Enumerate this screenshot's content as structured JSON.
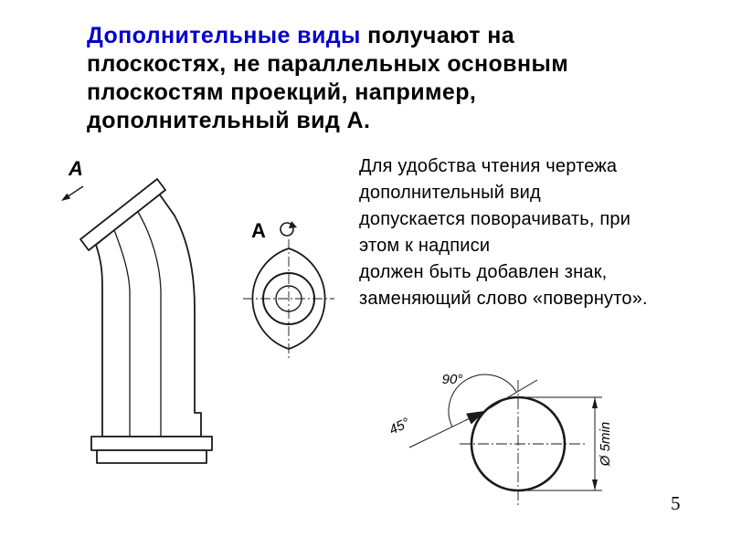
{
  "colors": {
    "background": "#ffffff",
    "title_highlight": "#0000cc",
    "text": "#000000",
    "line": "#1a1a1a"
  },
  "title": {
    "highlight": "Дополнительные виды",
    "line1_rest": " получают на",
    "line2": "плоскостях, не параллельных основным",
    "line3": "плоскостям проекций, например,",
    "line4": "дополнительный вид А."
  },
  "body": {
    "lines": [
      "Для удобства чтения чертежа",
      "дополнительный вид",
      "допускается поворачивать, при",
      "этом к надписи",
      "должен быть добавлен знак,",
      "заменяющий слово «повернуто»."
    ]
  },
  "figures": {
    "pipe_view_label": "А",
    "aux_view_label": "А",
    "sign_angle_main": "90°",
    "sign_angle_lead": "45°",
    "sign_diameter": "Ø 5min"
  },
  "page_number": "5"
}
